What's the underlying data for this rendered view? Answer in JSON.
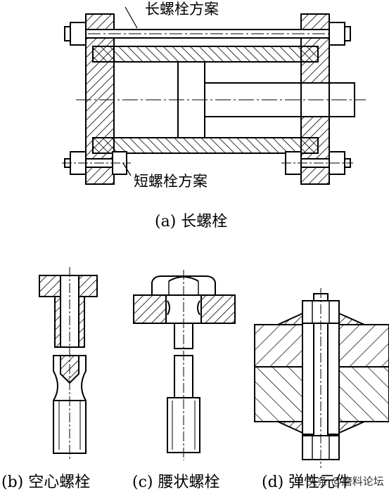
{
  "figure": {
    "label_long_scheme": "长螺栓方案",
    "label_short_scheme": "短螺栓方案",
    "caption_a": "(a) 长螺栓",
    "caption_b": "(b) 空心螺栓",
    "caption_c": "(c) 腰状螺栓",
    "caption_d": "(d) 弹性元件",
    "watermark": "头条 @磨料论坛"
  },
  "colors": {
    "stroke": "#000000",
    "background": "#ffffff"
  }
}
